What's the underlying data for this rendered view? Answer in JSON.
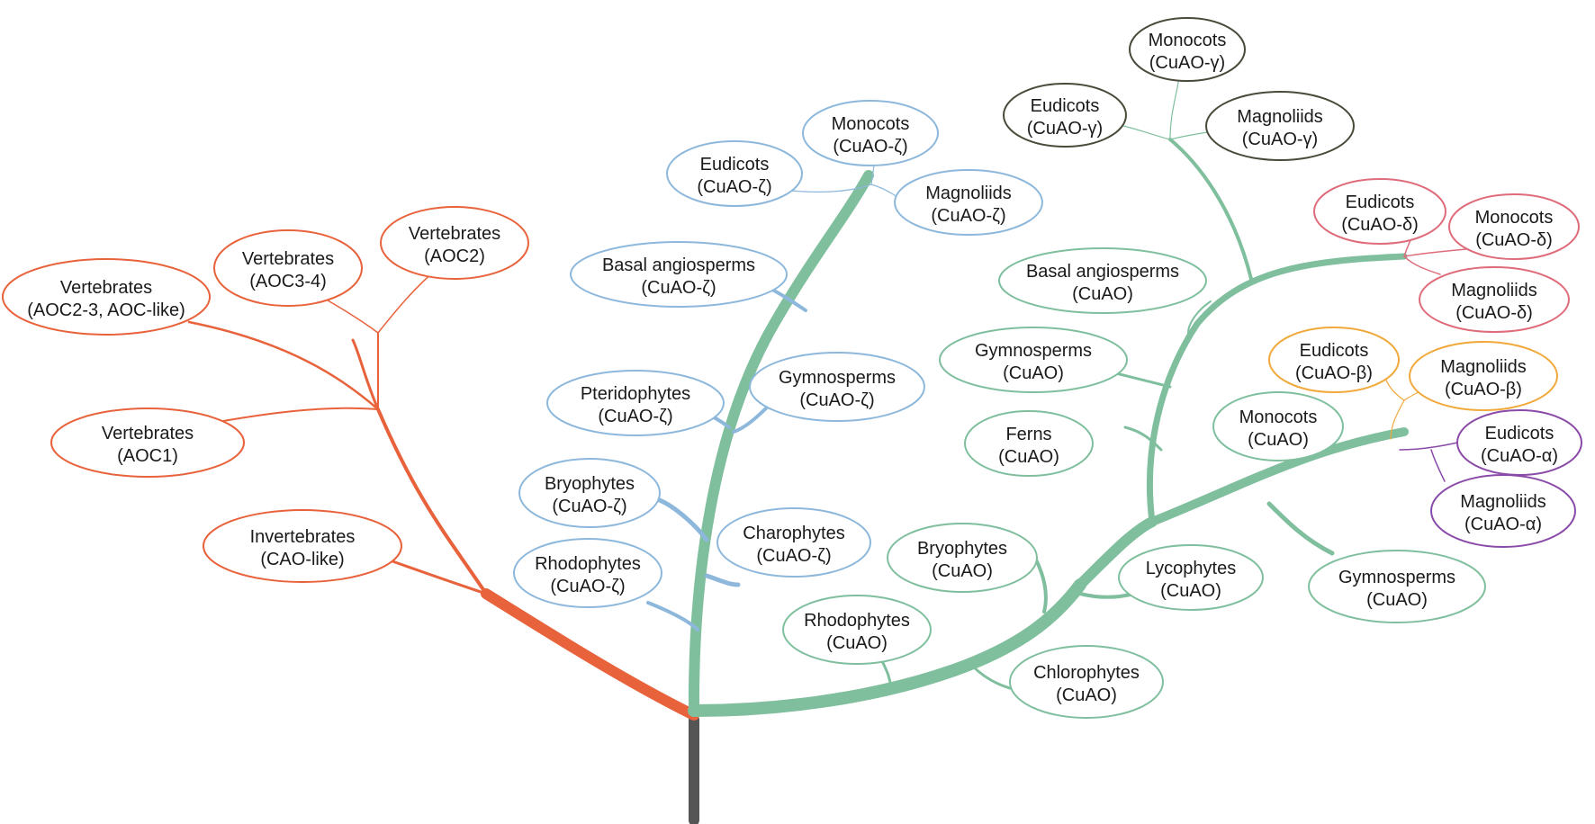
{
  "palette": {
    "animal": "#e8623b",
    "animal_light": "#f39a7a",
    "plant": "#7fbf9e",
    "zeta": "#8db8dc",
    "gamma": "#4a4a3a",
    "delta": "#de6c7a",
    "beta": "#f0a93a",
    "alpha": "#8a4aa8",
    "trunk": "#555555"
  },
  "nodes": [
    {
      "id": "vert-aoc23",
      "line1": "Vertebrates",
      "line2": "(AOC2-3, AOC-like)",
      "group": "animal"
    },
    {
      "id": "vert-aoc34",
      "line1": "Vertebrates",
      "line2": "(AOC3-4)",
      "group": "animal"
    },
    {
      "id": "vert-aoc2",
      "line1": "Vertebrates",
      "line2": "(AOC2)",
      "group": "animal"
    },
    {
      "id": "vert-aoc1",
      "line1": "Vertebrates",
      "line2": "(AOC1)",
      "group": "animal"
    },
    {
      "id": "invertebrates",
      "line1": "Invertebrates",
      "line2": "(CAO-like)",
      "group": "animal"
    },
    {
      "id": "z-eudicots",
      "line1": "Eudicots",
      "line2": "(CuAO-ζ)",
      "group": "zeta"
    },
    {
      "id": "z-monocots",
      "line1": "Monocots",
      "line2": "(CuAO-ζ)",
      "group": "zeta"
    },
    {
      "id": "z-magnoliids",
      "line1": "Magnoliids",
      "line2": "(CuAO-ζ)",
      "group": "zeta"
    },
    {
      "id": "z-basal",
      "line1": "Basal angiosperms",
      "line2": "(CuAO-ζ)",
      "group": "zeta"
    },
    {
      "id": "z-pterido",
      "line1": "Pteridophytes",
      "line2": "(CuAO-ζ)",
      "group": "zeta"
    },
    {
      "id": "z-gymno",
      "line1": "Gymnosperms",
      "line2": "(CuAO-ζ)",
      "group": "zeta"
    },
    {
      "id": "z-bryo",
      "line1": "Bryophytes",
      "line2": "(CuAO-ζ)",
      "group": "zeta"
    },
    {
      "id": "z-charo",
      "line1": "Charophytes",
      "line2": "(CuAO-ζ)",
      "group": "zeta"
    },
    {
      "id": "z-rhodo",
      "line1": "Rhodophytes",
      "line2": "(CuAO-ζ)",
      "group": "zeta"
    },
    {
      "id": "g-monocots",
      "line1": "Monocots",
      "line2": "(CuAO-γ)",
      "group": "gamma"
    },
    {
      "id": "g-eudicots",
      "line1": "Eudicots",
      "line2": "(CuAO-γ)",
      "group": "gamma"
    },
    {
      "id": "g-magnoliids",
      "line1": "Magnoliids",
      "line2": "(CuAO-γ)",
      "group": "gamma"
    },
    {
      "id": "d-eudicots",
      "line1": "Eudicots",
      "line2": "(CuAO-δ)",
      "group": "delta"
    },
    {
      "id": "d-monocots",
      "line1": "Monocots",
      "line2": "(CuAO-δ)",
      "group": "delta"
    },
    {
      "id": "d-magnoliids",
      "line1": "Magnoliids",
      "line2": "(CuAO-δ)",
      "group": "delta"
    },
    {
      "id": "c-basal",
      "line1": "Basal angiosperms",
      "line2": "(CuAO)",
      "group": "plant"
    },
    {
      "id": "c-gymno",
      "line1": "Gymnosperms",
      "line2": "(CuAO)",
      "group": "plant"
    },
    {
      "id": "c-ferns",
      "line1": "Ferns",
      "line2": "(CuAO)",
      "group": "plant"
    },
    {
      "id": "c-monocots",
      "line1": "Monocots",
      "line2": "(CuAO)",
      "group": "plant"
    },
    {
      "id": "c-bryo",
      "line1": "Bryophytes",
      "line2": "(CuAO)",
      "group": "plant"
    },
    {
      "id": "c-lyco",
      "line1": "Lycophytes",
      "line2": "(CuAO)",
      "group": "plant"
    },
    {
      "id": "c-gymno2",
      "line1": "Gymnosperms",
      "line2": "(CuAO)",
      "group": "plant"
    },
    {
      "id": "c-rhodo",
      "line1": "Rhodophytes",
      "line2": "(CuAO)",
      "group": "plant"
    },
    {
      "id": "c-chloro",
      "line1": "Chlorophytes",
      "line2": "(CuAO)",
      "group": "plant"
    },
    {
      "id": "b-eudicots",
      "line1": "Eudicots",
      "line2": "(CuAO-β)",
      "group": "beta"
    },
    {
      "id": "b-magnoliids",
      "line1": "Magnoliids",
      "line2": "(CuAO-β)",
      "group": "beta"
    },
    {
      "id": "a-eudicots",
      "line1": "Eudicots",
      "line2": "(CuAO-α)",
      "group": "alpha"
    },
    {
      "id": "a-magnoliids",
      "line1": "Magnoliids",
      "line2": "(CuAO-α)",
      "group": "alpha"
    }
  ]
}
